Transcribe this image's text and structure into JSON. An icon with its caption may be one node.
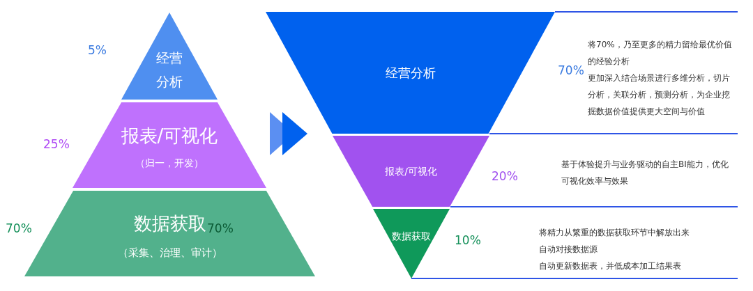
{
  "diagram": {
    "nodes": [
      {
        "text": [
          "经营分析"
        ],
        "beside": [
          "5%"
        ]
      },
      {
        "text": [
          "报表/可视化",
          "（归一，开发）"
        ],
        "beside": [
          "25%"
        ]
      },
      {
        "text": [
          "数据获取",
          "70%",
          "（采集、治理、审计）"
        ],
        "beside": [
          "70%"
        ]
      },
      {
        "text": [
          "经营分析"
        ],
        "beside": [
          "70%"
        ]
      },
      {
        "text": [
          "报表/可视化"
        ],
        "beside": [
          "20%"
        ]
      },
      {
        "text": [
          "数据获取"
        ],
        "beside": [
          "10%"
        ]
      }
    ],
    "edges": [
      {
        "from": 1,
        "to": 4,
        "arrow": "to"
      }
    ],
    "labels": [
      "将70%，乃至更多的精力留给最优价值的经验分析",
      "更加深入结合场景进行多维分析，切片分析，关联分析，预测分析，为企业挖掘数据价值提供更大空间与价值",
      "基于体验提升与业务驱动的自主BI能力，优化可视化效率与效果",
      "将精力从繁重的数据获取环节中解放出来",
      "自动对接数据源",
      "自动更新数据表，并低成本加工结果表"
    ]
  }
}
